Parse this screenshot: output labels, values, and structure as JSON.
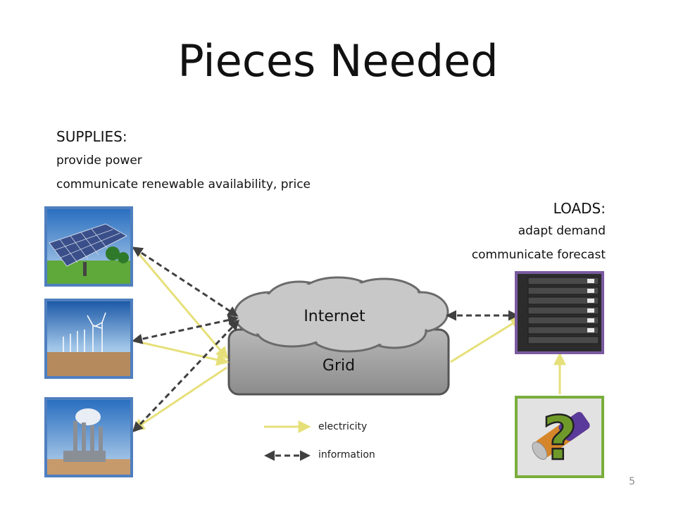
{
  "title": "Pieces Needed",
  "supplies": {
    "heading": "SUPPLIES:",
    "items": [
      "provide power",
      "communicate renewable availability, price"
    ]
  },
  "loads": {
    "heading": "LOADS:",
    "items": [
      "adapt demand",
      "communicate forecast"
    ]
  },
  "nodes": {
    "internet_label": "Internet",
    "grid_label": "Grid"
  },
  "legend": {
    "electricity": "electricity",
    "information": "information"
  },
  "page_number": "5",
  "colors": {
    "electricity": "#e6e07a",
    "information": "#404040",
    "photo_frame_supply": "#4f7fbf",
    "photo_frame_server": "#7a5aa0",
    "photo_frame_battery": "#7aad3c",
    "grid_fill": "#a6a6a6",
    "cloud_fill": "#c8c8c8"
  },
  "icons": {
    "solar": "solar-panel-photo",
    "wind": "wind-turbine-photo",
    "plant": "power-plant-photo",
    "servers": "server-rack-photo",
    "battery": "battery-question-photo"
  }
}
